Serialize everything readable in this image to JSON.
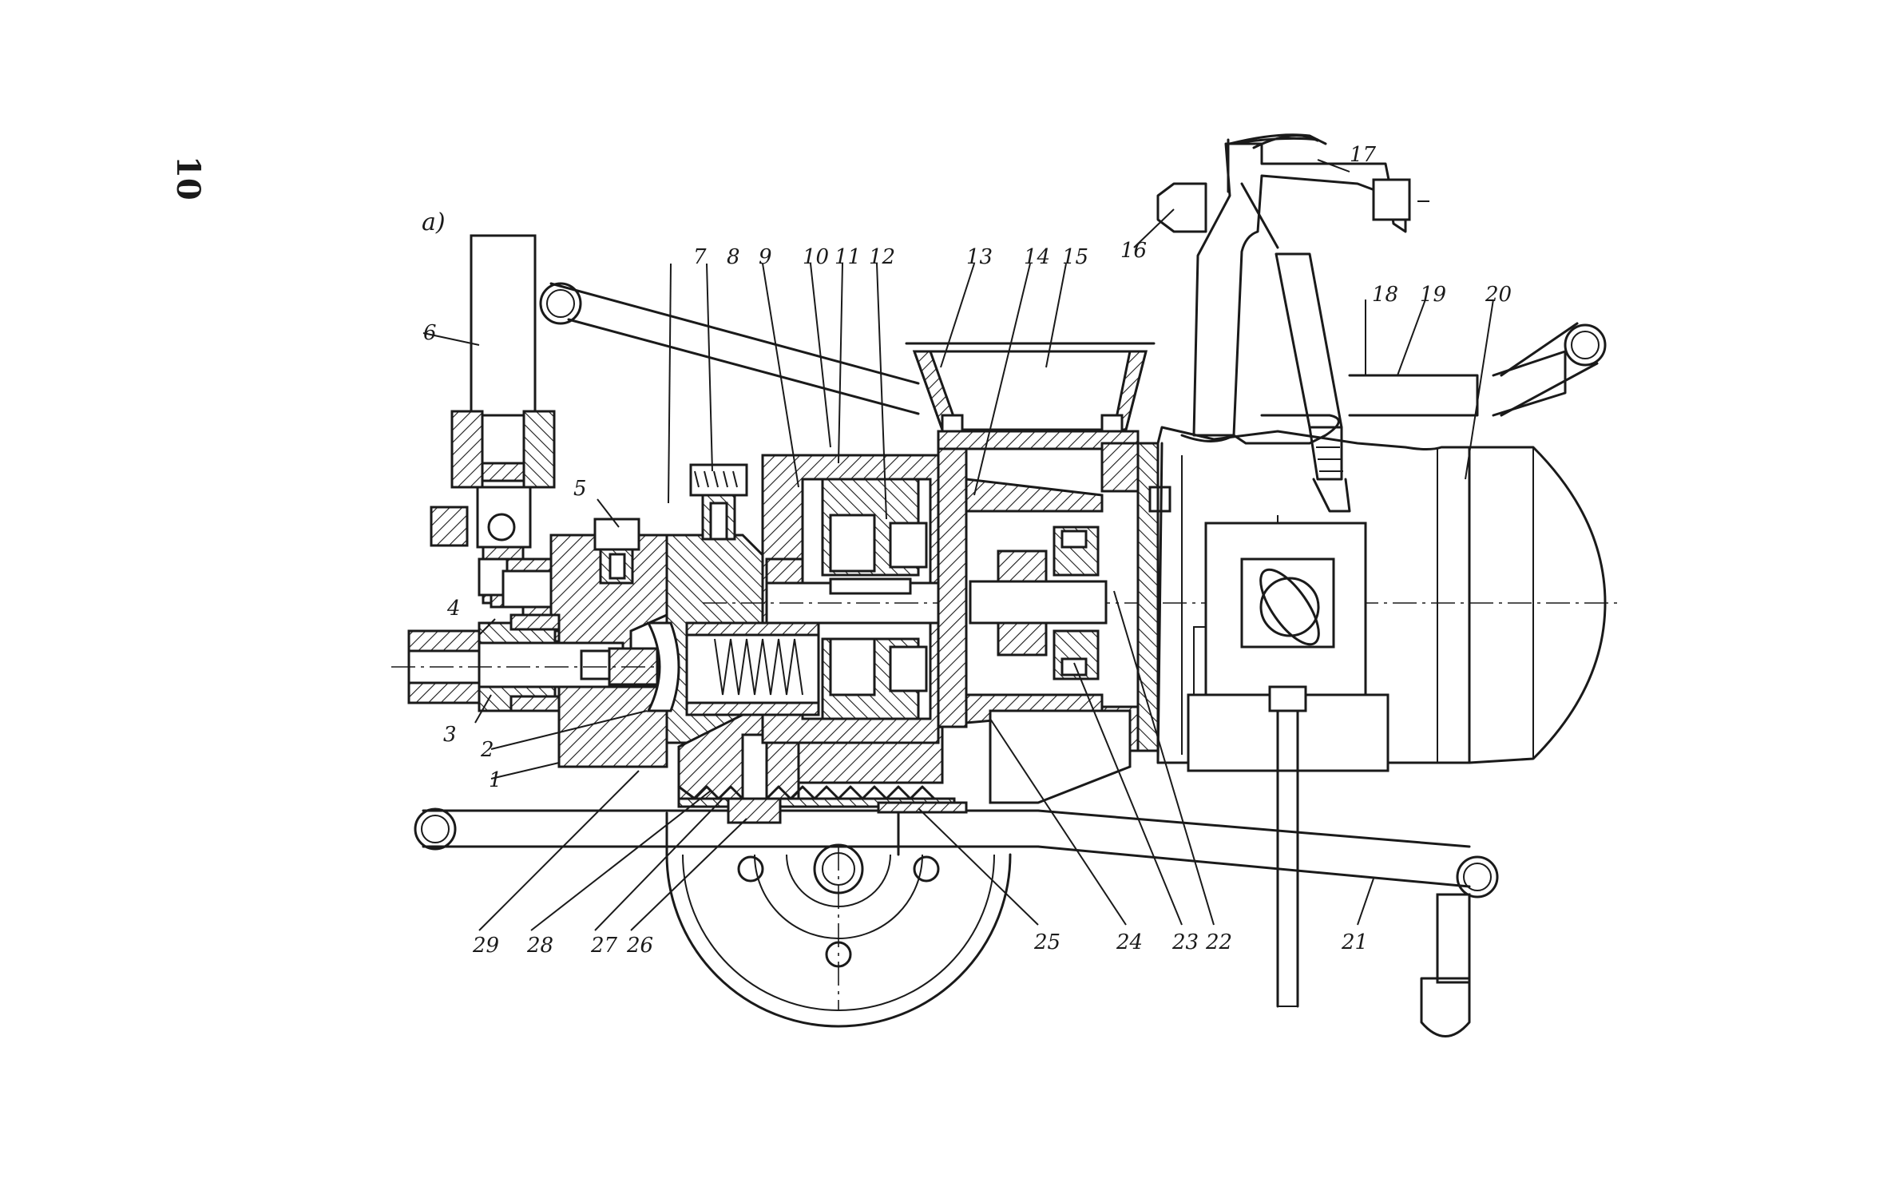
{
  "page_number": "10",
  "figure_label": "а)",
  "callouts": [
    {
      "id": "c1",
      "text": "1"
    },
    {
      "id": "c2",
      "text": "2"
    },
    {
      "id": "c3",
      "text": "3"
    },
    {
      "id": "c4",
      "text": "4"
    },
    {
      "id": "c5",
      "text": "5"
    },
    {
      "id": "c6",
      "text": "6"
    },
    {
      "id": "c7",
      "text": "7"
    },
    {
      "id": "c8",
      "text": "8"
    },
    {
      "id": "c9",
      "text": "9"
    },
    {
      "id": "c10",
      "text": "10"
    },
    {
      "id": "c11",
      "text": "11"
    },
    {
      "id": "c12",
      "text": "12"
    },
    {
      "id": "c13",
      "text": "13"
    },
    {
      "id": "c14",
      "text": "14"
    },
    {
      "id": "c15",
      "text": "15"
    },
    {
      "id": "c16",
      "text": "16"
    },
    {
      "id": "c17",
      "text": "17"
    },
    {
      "id": "c18",
      "text": "18"
    },
    {
      "id": "c19",
      "text": "19"
    },
    {
      "id": "c20",
      "text": "20"
    },
    {
      "id": "c21",
      "text": "21"
    },
    {
      "id": "c22",
      "text": "22"
    },
    {
      "id": "c23",
      "text": "23"
    },
    {
      "id": "c24",
      "text": "24"
    },
    {
      "id": "c25",
      "text": "25"
    },
    {
      "id": "c26",
      "text": "26"
    },
    {
      "id": "c27",
      "text": "27"
    },
    {
      "id": "c28",
      "text": "28"
    },
    {
      "id": "c29",
      "text": "29"
    }
  ]
}
